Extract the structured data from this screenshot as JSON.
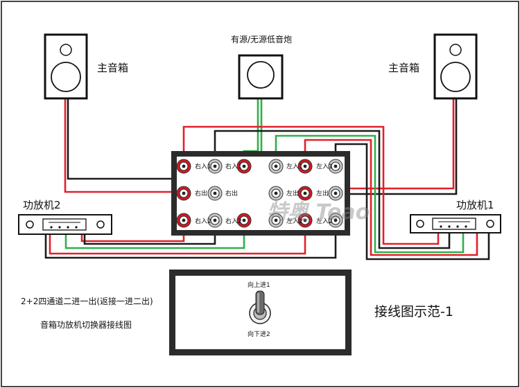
{
  "labels": {
    "main_speaker_left": "主音箱",
    "main_speaker_right": "主音箱",
    "subwoofer": "有源/无源低音炮",
    "amp2": "功放机2",
    "amp1": "功放机1",
    "caption_line1": "2+2四通道二进一出(返接一进二出)",
    "caption_line2": "音箱功放机切换器接线图",
    "diagram_title": "接线图示范-1",
    "switch_up": "向上进1",
    "switch_down": "向下进2",
    "watermark": "特奥 Teao"
  },
  "jacks": {
    "row1": [
      "右入1",
      "右入1",
      "左入1",
      "左入1"
    ],
    "row2": [
      "右出",
      "右出",
      "左出",
      "左出"
    ],
    "row3": [
      "右入2",
      "右入2",
      "左入2",
      "左入2"
    ]
  },
  "colors": {
    "red_wire": "#e0202a",
    "black_wire": "#1b1b1b",
    "green_wire": "#2fb04a",
    "panel": "#2c2c2c",
    "jack_red": "#d11a24",
    "jack_grey": "#c9c9c9"
  }
}
